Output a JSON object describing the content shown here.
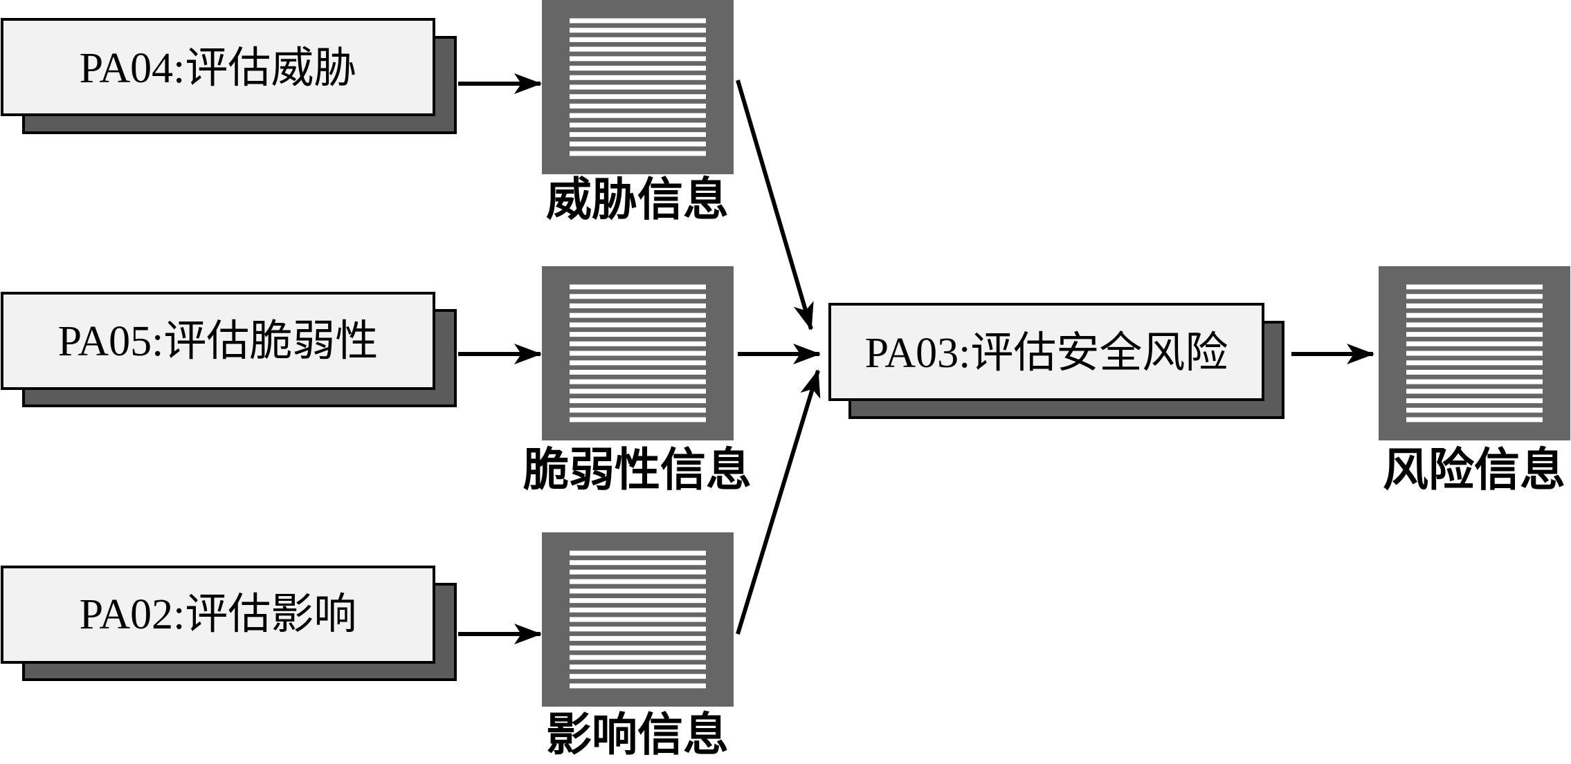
{
  "processes": {
    "pa04": {
      "label": "PA04:评估威胁"
    },
    "pa05": {
      "label": "PA05:评估脆弱性"
    },
    "pa02": {
      "label": "PA02:评估影响"
    },
    "pa03": {
      "label": "PA03:评估安全风险"
    }
  },
  "documents": {
    "threat": {
      "label": "威胁信息"
    },
    "vuln": {
      "label": "脆弱性信息"
    },
    "impact": {
      "label": "影响信息"
    },
    "risk": {
      "label": "风险信息"
    }
  },
  "colors": {
    "shadow": "#5b5b5b",
    "box_fill": "#f2f2f2",
    "document_fill": "#666666",
    "document_lines": "#ffffff"
  }
}
